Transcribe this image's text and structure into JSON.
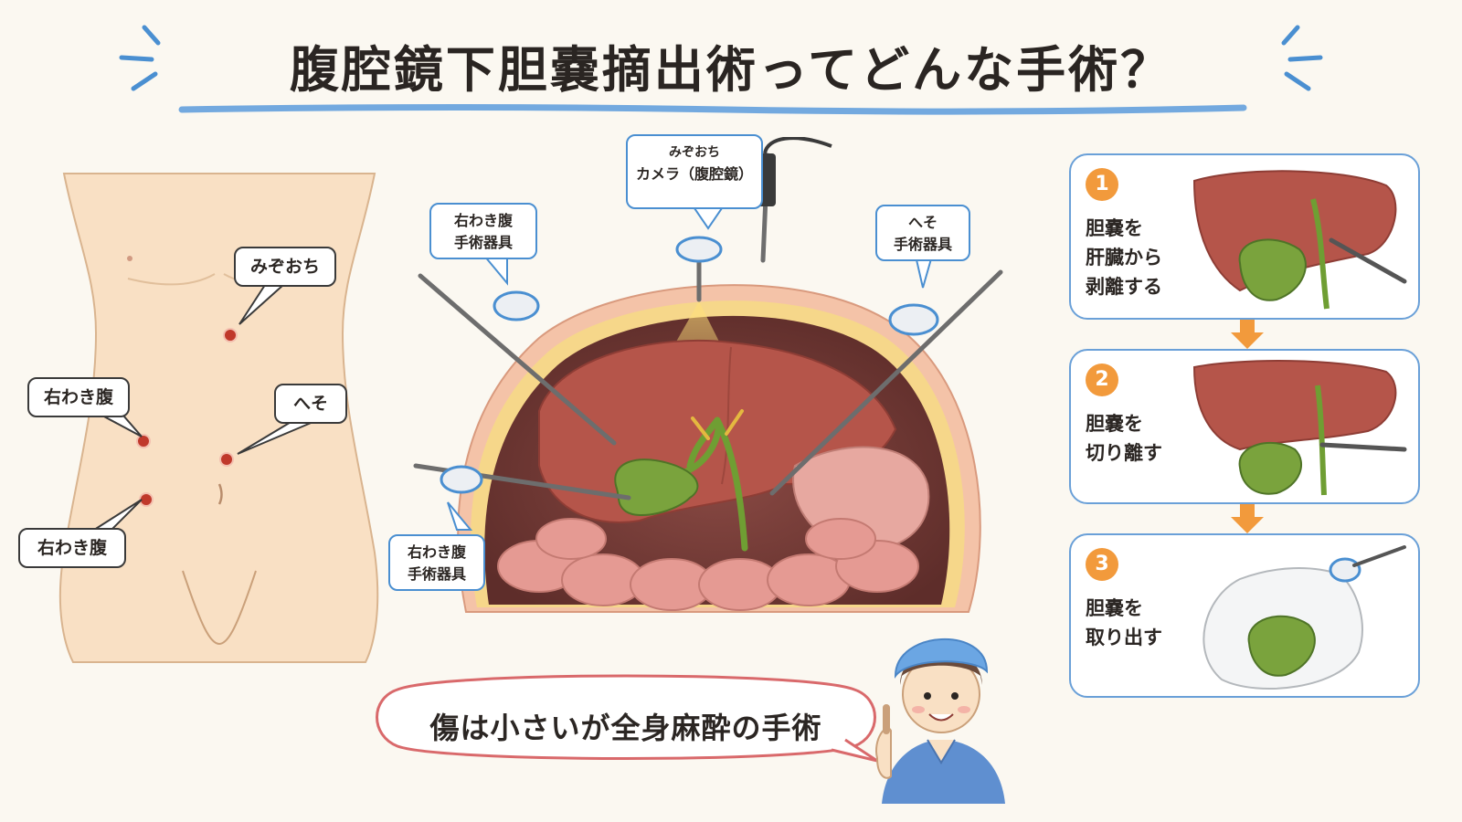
{
  "title": "腹腔鏡下胆嚢摘出術ってどんな手術？",
  "colors": {
    "accent_blue": "#4a8fd1",
    "step_number": "#f29a3c",
    "speech_border": "#d9696b",
    "port_marker": "#c0392b",
    "gallbladder": "#7aa33d",
    "liver": "#b5554a",
    "skin": "#f9e0c4"
  },
  "body_labels": {
    "upper": "みぞおち",
    "right_flank_1": "右わき腹",
    "navel": "へそ",
    "right_flank_2": "右わき腹"
  },
  "cross_section_labels": {
    "camera_line1": "みぞおち",
    "camera_line2": "カメラ（腹腔鏡）",
    "upper_left_line1": "右わき腹",
    "upper_left_line2": "手術器具",
    "navel_line1": "へそ",
    "navel_line2": "手術器具",
    "lower_left_line1": "右わき腹",
    "lower_left_line2": "手術器具"
  },
  "steps": [
    {
      "number": "1",
      "text": "胆嚢を\n肝臓から\n剥離する"
    },
    {
      "number": "2",
      "text": "胆嚢を\n切り離す"
    },
    {
      "number": "3",
      "text": "胆嚢を\n取り出す"
    }
  ],
  "speech": "傷は小さいが全身麻酔の手術",
  "icons": {
    "nurse": "nurse-avatar",
    "arrow": "arrow-down-icon"
  }
}
